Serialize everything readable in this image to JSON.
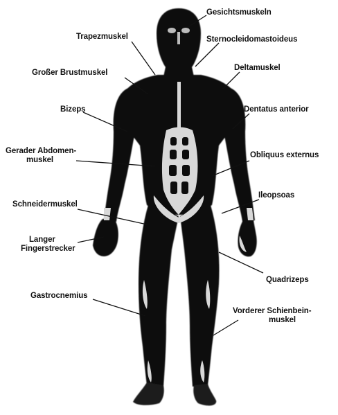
{
  "labels": {
    "gesichtsmuskeln": "Gesichtsmuskeln",
    "trapezmuskel": "Trapezmuskel",
    "sternocleidomastoideus": "Sternocleidomastoideus",
    "grosser_brustmuskel": "Großer Brustmuskel",
    "deltamuskel": "Deltamuskel",
    "bizeps": "Bizeps",
    "dentatus_anterior": "Dentatus anterior",
    "gerader_abdomenmuskel_line1": "Gerader Abdomen-",
    "gerader_abdomenmuskel_line2": "muskel",
    "obliquus_externus": "Obliquus externus",
    "ileopsoas": "Ileopsoas",
    "schneidermuskel": "Schneidermuskel",
    "langer_fingerstrecker_line1": "Langer",
    "langer_fingerstrecker_line2": "Fingerstrecker",
    "quadrizeps": "Quadrizeps",
    "gastrocnemius": "Gastrocnemius",
    "vorderer_schienbeinmuskel_line1": "Vorderer Schienbein-",
    "vorderer_schienbeinmuskel_line2": "muskel"
  },
  "colors": {
    "body": "#0d0d0d",
    "highlight": "#d8d8d8",
    "leader": "#111111"
  }
}
